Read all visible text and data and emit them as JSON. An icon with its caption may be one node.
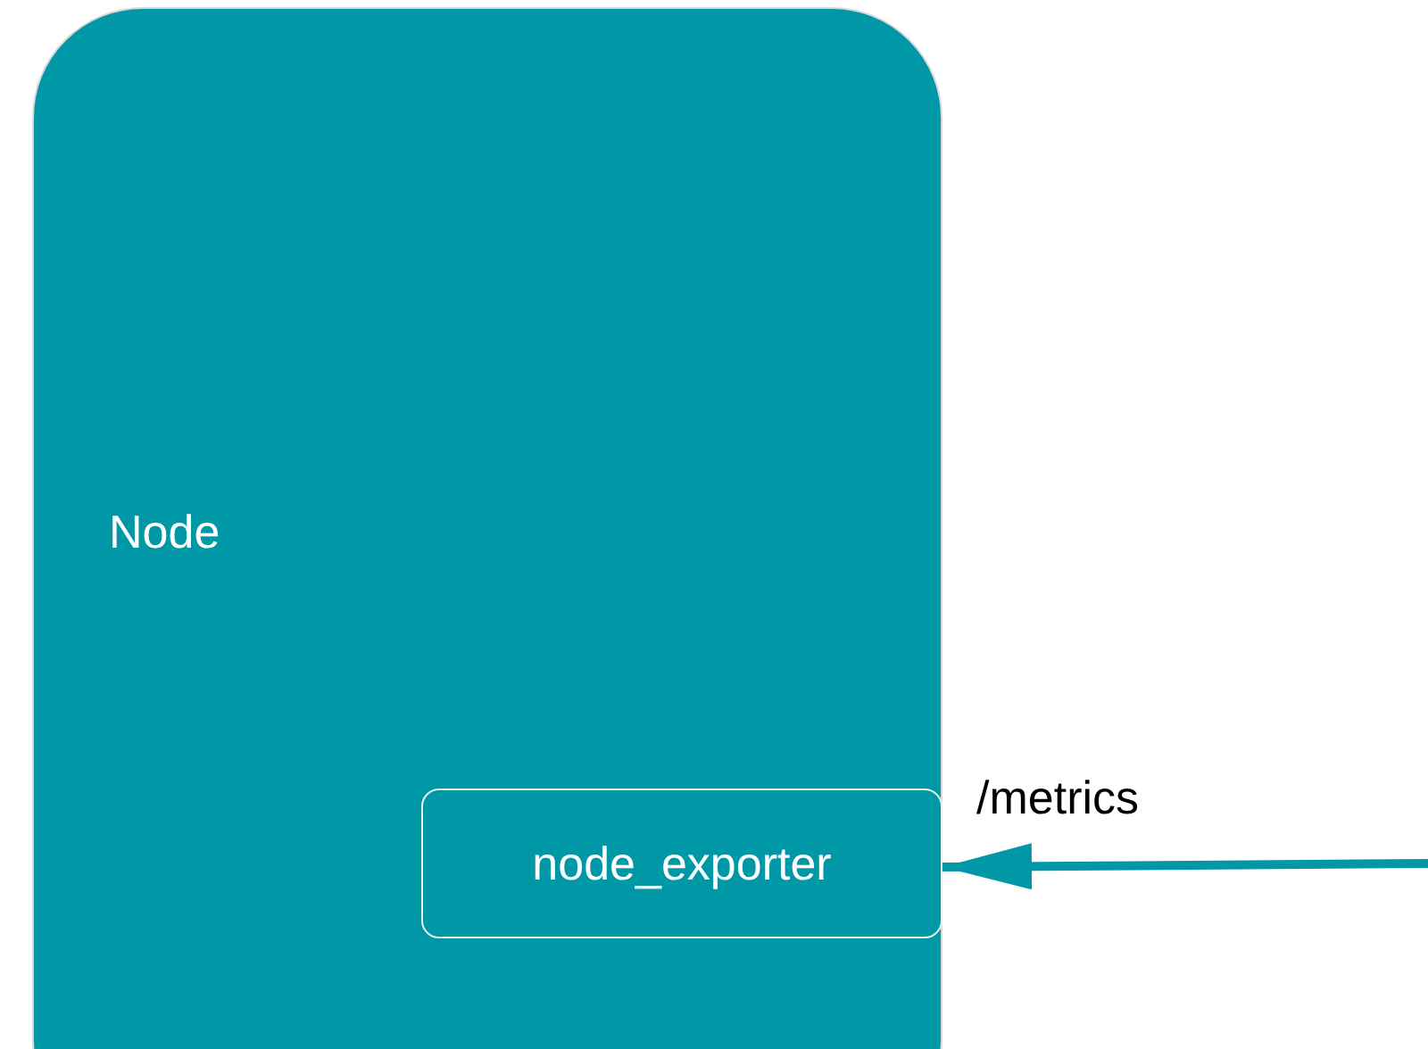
{
  "diagram": {
    "nodes": [
      {
        "text": [
          "Node"
        ]
      },
      {
        "text": [
          "node_exporter"
        ],
        "in": 0
      }
    ],
    "edges": [
      {
        "from": null,
        "to": 1,
        "arrow": "to",
        "label": "/metrics"
      }
    ]
  }
}
